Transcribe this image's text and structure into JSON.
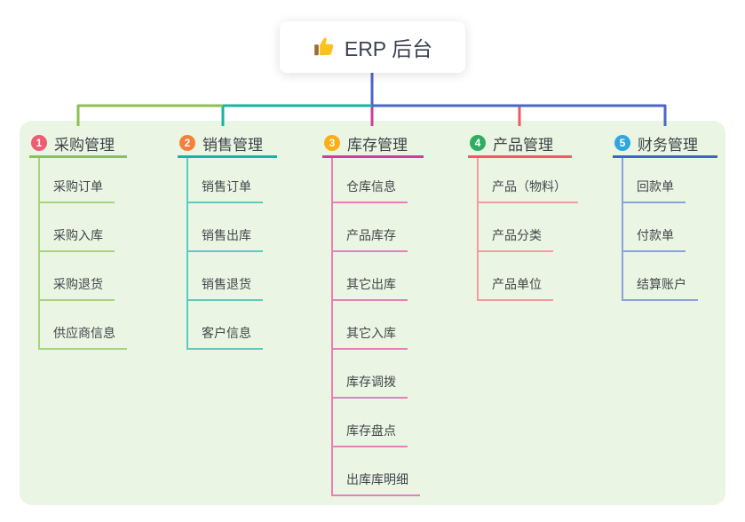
{
  "theme": {
    "page_bg": "#ffffff",
    "panel_bg": "#eaf6e3",
    "trunk_color": "#4d66c6",
    "root_text_color": "#3a4150"
  },
  "root": {
    "title": "ERP 后台",
    "icon": "thumbs-up",
    "icon_hand_color": "#fcc21c",
    "icon_cuff_color": "#9c6d2e"
  },
  "branches": [
    {
      "badge": "1",
      "badge_color": "#ef5b70",
      "title": "采购管理",
      "line_color": "#8cc152",
      "child_line_color": "#a8d47e",
      "children": [
        "采购订单",
        "采购入库",
        "采购退货",
        "供应商信息"
      ]
    },
    {
      "badge": "2",
      "badge_color": "#f5803b",
      "title": "销售管理",
      "line_color": "#17b3a3",
      "child_line_color": "#5ec9bf",
      "children": [
        "销售订单",
        "销售出库",
        "销售退货",
        "客户信息"
      ]
    },
    {
      "badge": "3",
      "badge_color": "#fbae17",
      "title": "库存管理",
      "line_color": "#d13d96",
      "child_line_color": "#e87fba",
      "children": [
        "仓库信息",
        "产品库存",
        "其它出库",
        "其它入库",
        "库存调拨",
        "库存盘点",
        "出库库明细"
      ]
    },
    {
      "badge": "4",
      "badge_color": "#2eae60",
      "title": "产品管理",
      "line_color": "#f25861",
      "child_line_color": "#f79aa0",
      "children": [
        "产品（物料）",
        "产品分类",
        "产品单位"
      ]
    },
    {
      "badge": "5",
      "badge_color": "#2ea7de",
      "title": "财务管理",
      "line_color": "#3f63c6",
      "child_line_color": "#8aa2dc",
      "children": [
        "回款单",
        "付款单",
        "结算账户"
      ]
    }
  ]
}
